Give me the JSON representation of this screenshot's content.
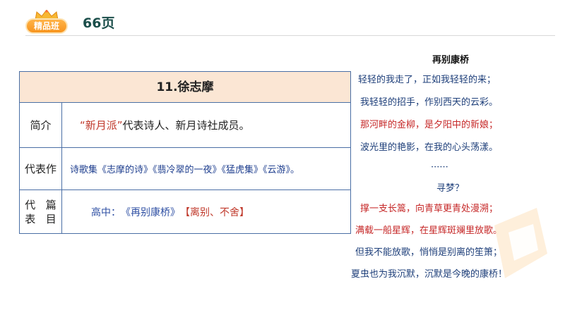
{
  "header": {
    "badge_label": "精品班",
    "page_label": "66页"
  },
  "table": {
    "title": "11.徐志摩",
    "rows": {
      "intro": {
        "label": "简介",
        "highlight": "“新月派”",
        "text": "代表诗人、新月诗社成员。"
      },
      "works": {
        "label": "代表作",
        "text": "诗歌集《志摩的诗》《翡冷翠的一夜》《猛虎集》《云游》。"
      },
      "rep": {
        "label_line1": "代表",
        "label_line2": "篇目",
        "prefix": "高中：",
        "poem_ref": "《再别康桥》",
        "tag": "【离别、不舍】"
      }
    }
  },
  "poem": {
    "title": "再别康桥",
    "lines": [
      {
        "text": "轻轻的我走了，正如我轻轻的来；",
        "color": "blue"
      },
      {
        "text": "我轻轻的招手，作别西天的云彩。",
        "color": "blue"
      },
      {
        "text": "那河畔的金柳，是夕阳中的新娘；",
        "color": "red"
      },
      {
        "text": "波光里的艳影，在我的心头荡漾。",
        "color": "blue"
      },
      {
        "text": "······",
        "color": "blue"
      },
      {
        "text": "寻梦？",
        "color": "blue"
      },
      {
        "text": "撑一支长篙，向青草更青处漫溯；",
        "color": "red"
      },
      {
        "text": "满载一船星辉，在星辉斑斓里放歌。",
        "color": "red"
      },
      {
        "text": "但我不能放歌，悄悄是别离的笙箫；",
        "color": "blue"
      },
      {
        "text": "夏虫也为我沉默，沉默是今晚的康桥！",
        "color": "blue"
      }
    ]
  },
  "colors": {
    "accent_orange": "#f7941d",
    "table_border": "#4a6fa5",
    "title_row_bg": "#fbe6d4",
    "poem_blue": "#1e3f7a",
    "poem_red": "#c62828"
  }
}
